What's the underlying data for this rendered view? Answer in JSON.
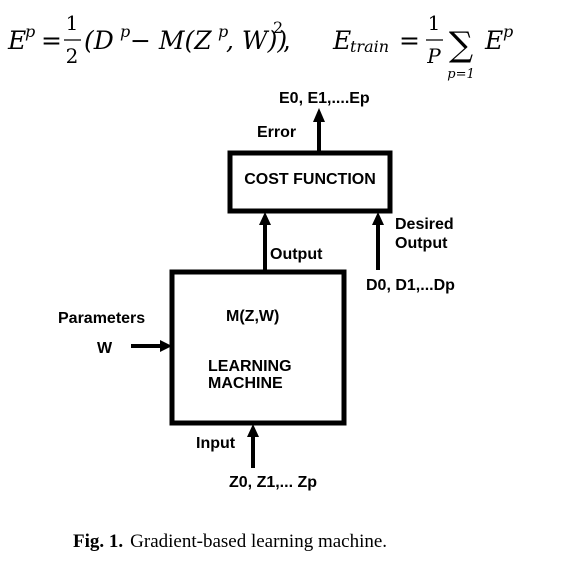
{
  "equations": {
    "ep": {
      "lhs": "E",
      "lhs_sup": "p",
      "equals": "=",
      "frac_num": "1",
      "frac_den": "2",
      "body_open": "(D",
      "body_sup1": "p",
      "body_mid": " − M(Z",
      "body_sup2": "p",
      "body_close": ", W))",
      "square": "2",
      "comma": ","
    },
    "etrain": {
      "lhs": "E",
      "lhs_sub": "train",
      "equals": "=",
      "frac_num": "1",
      "frac_den": "P",
      "sum_symbol": "∑",
      "sum_lower": "p=1",
      "term": "E",
      "term_sup": "p"
    }
  },
  "diagram": {
    "error_values": "E0, E1,....Ep",
    "error_label": "Error",
    "cost_function": "COST FUNCTION",
    "output_label": "Output",
    "desired_output_line1": "Desired",
    "desired_output_line2": "Output",
    "desired_values": "D0, D1,...Dp",
    "parameters_label": "Parameters",
    "parameters_symbol": "W",
    "machine_function_pre": "M(",
    "machine_function_z": "Z",
    "machine_function_post": ",W)",
    "machine_name_line1": "LEARNING",
    "machine_name_line2": "MACHINE",
    "input_label": "Input",
    "input_values": "Z0, Z1,... Zp"
  },
  "caption": {
    "label": "Fig. 1.",
    "text": "Gradient-based learning machine."
  }
}
